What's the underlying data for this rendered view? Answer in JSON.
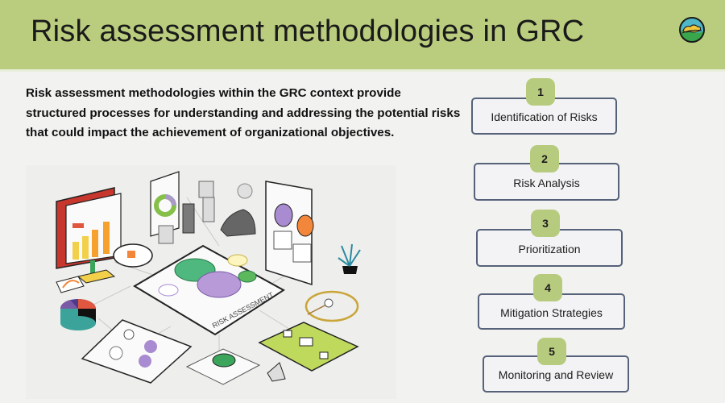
{
  "header": {
    "title": "Risk assessment methodologies in GRC",
    "background_color": "#bacd7e",
    "logo": "landscape-badge-icon"
  },
  "intro": {
    "text": "Risk assessment methodologies within the GRC context provide structured processes for understanding and addressing the potential risks that could impact the achievement of organizational objectives."
  },
  "illustration": {
    "label": "RISK ASSESSMENT",
    "description": "Isometric illustration of dashboards, charts and risk assessment board"
  },
  "steps": [
    {
      "number": "1",
      "label": "Identification of Risks"
    },
    {
      "number": "2",
      "label": "Risk Analysis"
    },
    {
      "number": "3",
      "label": "Prioritization"
    },
    {
      "number": "4",
      "label": "Mitigation Strategies"
    },
    {
      "number": "5",
      "label": "Monitoring and Review"
    }
  ],
  "colors": {
    "badge": "#b7cb7f",
    "box_border": "#56627a",
    "background": "#f2f2f0"
  }
}
